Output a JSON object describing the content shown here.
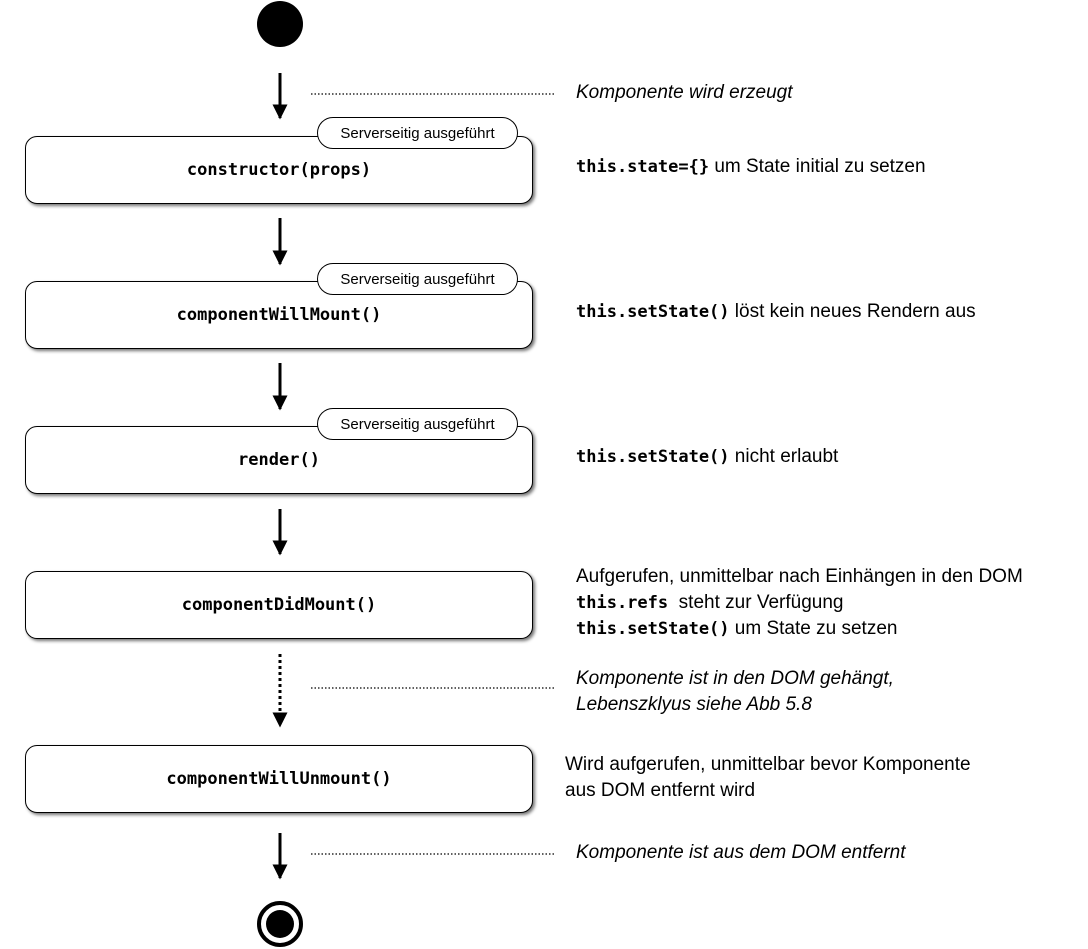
{
  "steps": [
    {
      "method": "constructor(props)",
      "badge": "Serverseitig ausgeführt",
      "note_code": "this.state={}",
      "note_text": " um State initial zu setzen"
    },
    {
      "method": "componentWillMount()",
      "badge": "Serverseitig ausgeführt",
      "note_code": "this.setState()",
      "note_text": " löst kein neues Rendern aus"
    },
    {
      "method": "render()",
      "badge": "Serverseitig ausgeführt",
      "note_code": "this.setState()",
      "note_text": " nicht erlaubt"
    },
    {
      "method": "componentDidMount()",
      "note_line1": "Aufgerufen, unmittelbar nach Einhängen in den DOM",
      "note_line2_code": "this.refs",
      "note_line2_text": "  steht zur Verfügung",
      "note_line3_code": "this.setState()",
      "note_line3_text": " um State zu setzen"
    },
    {
      "method": "componentWillUnmount()",
      "note_line1": "Wird aufgerufen, unmittelbar bevor Komponente",
      "note_line2": "aus DOM entfernt wird"
    }
  ],
  "events": {
    "created": "Komponente wird erzeugt",
    "mounted_line1": "Komponente ist in den DOM gehängt,",
    "mounted_line2": "Lebenszklyus siehe Abb 5.8",
    "removed": "Komponente ist aus dem DOM entfernt"
  }
}
